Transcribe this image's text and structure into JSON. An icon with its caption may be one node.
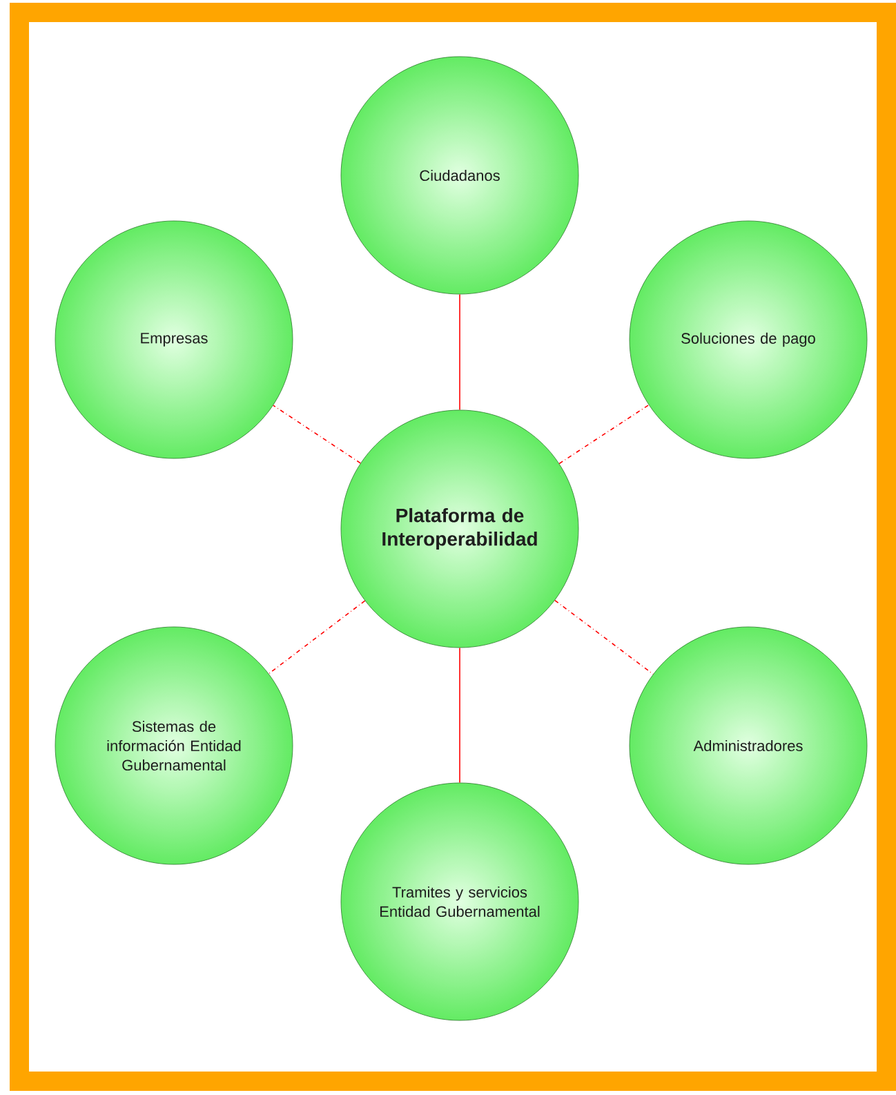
{
  "diagram": {
    "nodes": [
      {
        "text": [
          "Ciudadanos"
        ]
      },
      {
        "text": [
          "Empresas"
        ]
      },
      {
        "text": [
          "Soluciones de pago"
        ]
      },
      {
        "text": [
          "Plataforma de Interoperabilidad"
        ]
      },
      {
        "text": [
          "Sistemas de información Entidad Gubernamental"
        ]
      },
      {
        "text": [
          "Administradores"
        ]
      },
      {
        "text": [
          "Tramites y servicios Entidad Gubernamental"
        ]
      }
    ],
    "edges": [
      {
        "from": 3,
        "to": 0,
        "arrow": "none"
      },
      {
        "from": 3,
        "to": 1,
        "arrow": "none",
        "style": "dashed"
      },
      {
        "from": 3,
        "to": 2,
        "arrow": "none",
        "style": "dashed"
      },
      {
        "from": 3,
        "to": 4,
        "arrow": "none",
        "style": "dashed"
      },
      {
        "from": 3,
        "to": 5,
        "arrow": "none",
        "style": "dashed"
      },
      {
        "from": 3,
        "to": 6,
        "arrow": "none"
      }
    ]
  }
}
